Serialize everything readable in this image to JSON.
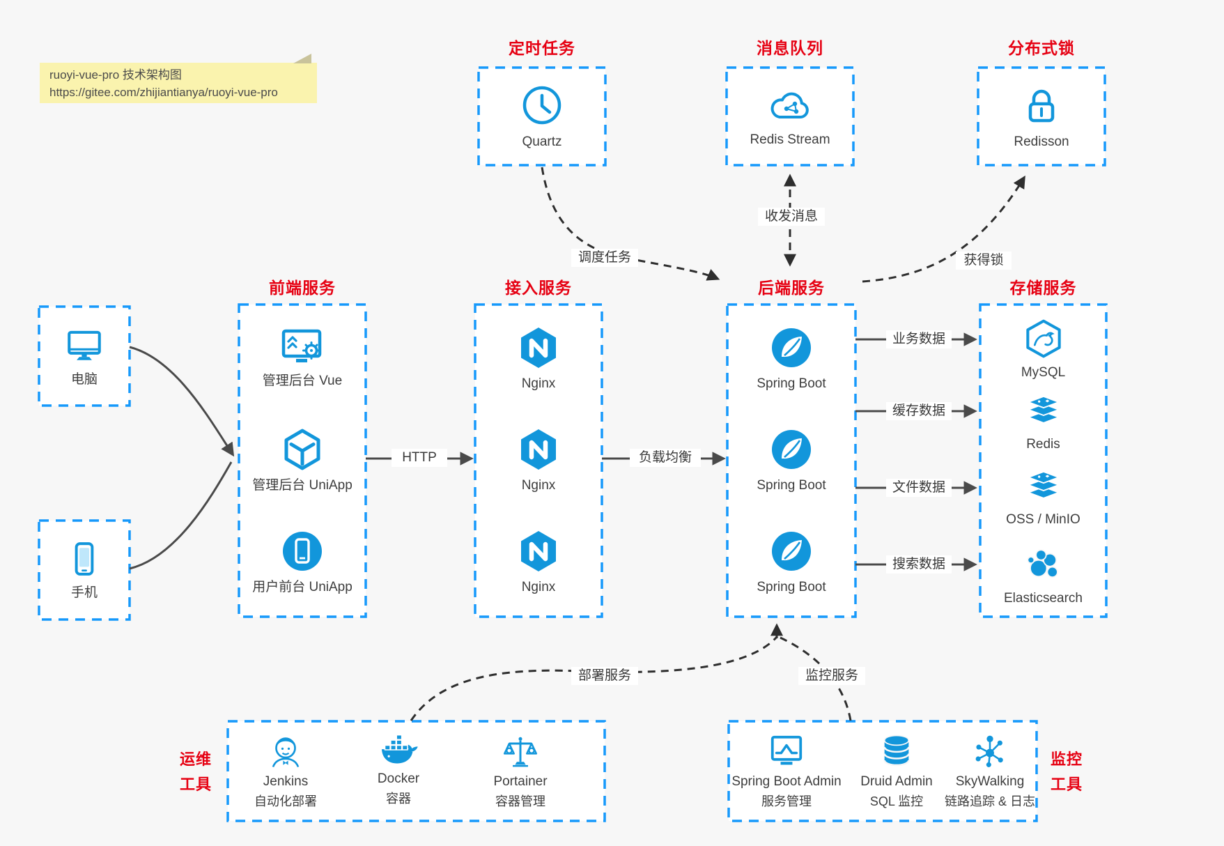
{
  "colors": {
    "blue": "#1296db",
    "border_blue": "#1699fb",
    "title_red": "#e60012",
    "background": "#f7f7f7",
    "note_background": "#faf3ae",
    "arrow": "#4a4a4a"
  },
  "note": {
    "line1": "ruoyi-vue-pro 技术架构图",
    "line2": "https://gitee.com/zhijiantianya/ruoyi-vue-pro"
  },
  "top_groups": {
    "scheduled": {
      "title": "定时任务",
      "item": {
        "label": "Quartz",
        "icon": "clock-icon"
      }
    },
    "message_queue": {
      "title": "消息队列",
      "item": {
        "label": "Redis Stream",
        "icon": "cloud-stream-icon"
      }
    },
    "distributed_lock": {
      "title": "分布式锁",
      "item": {
        "label": "Redisson",
        "icon": "lock-icon"
      }
    }
  },
  "clients": {
    "pc": {
      "label": "电脑",
      "icon": "desktop-icon"
    },
    "mobile": {
      "label": "手机",
      "icon": "smartphone-icon"
    }
  },
  "columns": {
    "frontend": {
      "title": "前端服务",
      "items": [
        {
          "label": "管理后台 Vue",
          "icon": "admin-vue-icon"
        },
        {
          "label": "管理后台 UniApp",
          "icon": "uniapp-cube-icon"
        },
        {
          "label": "用户前台 UniApp",
          "icon": "user-app-icon"
        }
      ]
    },
    "gateway": {
      "title": "接入服务",
      "items": [
        {
          "label": "Nginx",
          "icon": "nginx-icon"
        },
        {
          "label": "Nginx",
          "icon": "nginx-icon"
        },
        {
          "label": "Nginx",
          "icon": "nginx-icon"
        }
      ]
    },
    "backend": {
      "title": "后端服务",
      "items": [
        {
          "label": "Spring Boot",
          "icon": "spring-boot-icon"
        },
        {
          "label": "Spring Boot",
          "icon": "spring-boot-icon"
        },
        {
          "label": "Spring Boot",
          "icon": "spring-boot-icon"
        }
      ]
    },
    "storage": {
      "title": "存储服务",
      "items": [
        {
          "label": "MySQL",
          "icon": "mysql-icon"
        },
        {
          "label": "Redis",
          "icon": "redis-stack-icon"
        },
        {
          "label": "OSS / MinIO",
          "icon": "storage-stack-icon"
        },
        {
          "label": "Elasticsearch",
          "icon": "elasticsearch-icon"
        }
      ]
    }
  },
  "bottom_groups": {
    "ops": {
      "side_title_line1": "运维",
      "side_title_line2": "工具",
      "items": [
        {
          "name": "Jenkins",
          "desc": "自动化部署",
          "icon": "jenkins-icon"
        },
        {
          "name": "Docker",
          "desc": "容器",
          "icon": "docker-whale-icon"
        },
        {
          "name": "Portainer",
          "desc": "容器管理",
          "icon": "scales-icon"
        }
      ]
    },
    "monitoring": {
      "side_title_line1": "监控",
      "side_title_line2": "工具",
      "items": [
        {
          "name": "Spring Boot Admin",
          "desc": "服务管理",
          "icon": "monitor-chart-icon"
        },
        {
          "name": "Druid Admin",
          "desc": "SQL 监控",
          "icon": "database-icon"
        },
        {
          "name": "SkyWalking",
          "desc": "链路追踪 & 日志",
          "icon": "topology-icon"
        }
      ]
    }
  },
  "edges": {
    "http": "HTTP",
    "load_balance": "负载均衡",
    "schedule": "调度任务",
    "send_receive": "收发消息",
    "acquire_lock": "获得锁",
    "business_data": "业务数据",
    "cache_data": "缓存数据",
    "file_data": "文件数据",
    "search_data": "搜索数据",
    "deploy": "部署服务",
    "monitor": "监控服务"
  }
}
